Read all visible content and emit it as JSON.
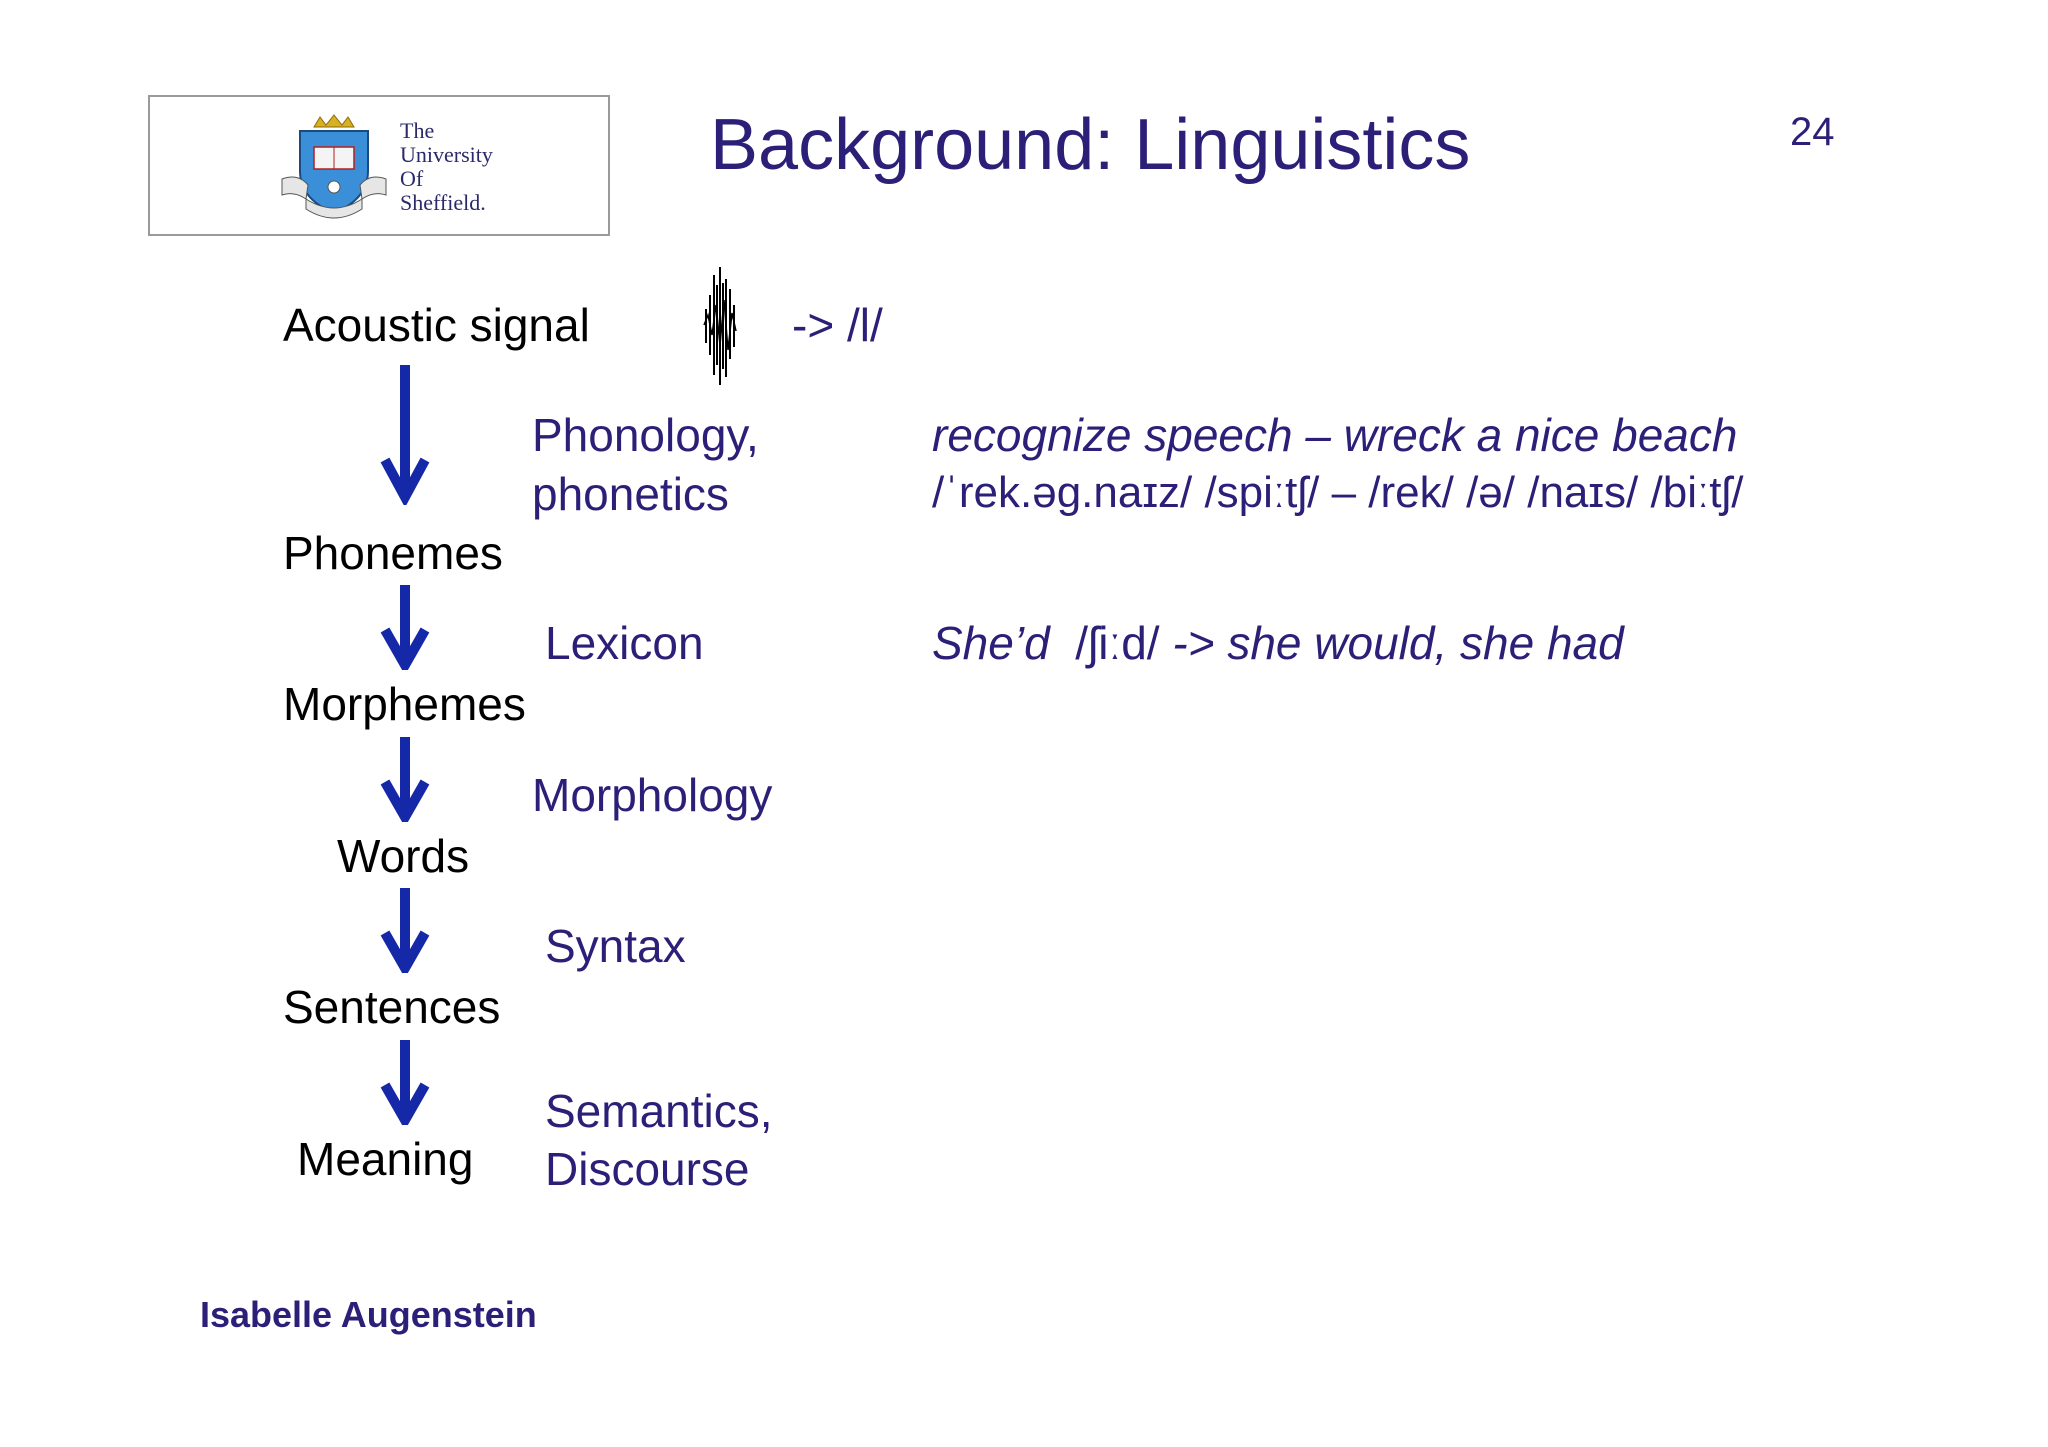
{
  "slide": {
    "title": "Background: Linguistics",
    "page_number": "24",
    "author": "Isabelle Augenstein"
  },
  "logo": {
    "line1": "The",
    "line2": "University",
    "line3": "Of",
    "line4": "Sheffield.",
    "icon": "university-crest-icon"
  },
  "levels": {
    "acoustic_signal": "Acoustic signal",
    "phonemes": "Phonemes",
    "morphemes": "Morphemes",
    "words": "Words",
    "sentences": "Sentences",
    "meaning": "Meaning"
  },
  "acoustic_arrow_text": "-> /l/",
  "fields": {
    "phonology_1": "Phonology,",
    "phonology_2": "phonetics",
    "lexicon": "Lexicon",
    "morphology": "Morphology",
    "syntax": "Syntax",
    "semantics_1": "Semantics,",
    "semantics_2": "Discourse"
  },
  "examples": {
    "phonology_line1": "recognize speech – wreck a nice beach",
    "phonology_line2": "/ˈrek.əg.naɪz/ /spiːtʃ/ – /rek/ /ə/ /naɪs/ /biːtʃ/",
    "lexicon_italic_1": "She’d",
    "lexicon_ipa": "/ʃiːd/",
    "lexicon_italic_2": "-> she would, she had"
  },
  "colors": {
    "title": "#2b1f78",
    "arrow": "#1428a8",
    "text": "#000000"
  }
}
